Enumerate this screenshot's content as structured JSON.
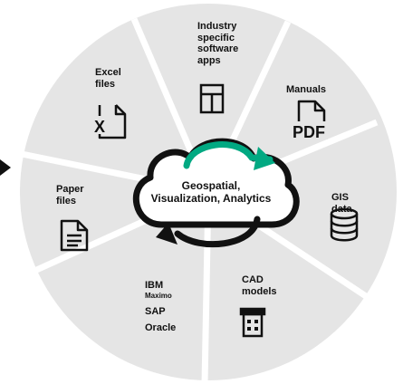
{
  "center": {
    "line1": "Geospatial,",
    "line2": "Visualization, Analytics"
  },
  "segments": {
    "industry": {
      "lines": [
        "Industry",
        "specific",
        "software",
        "apps"
      ],
      "icon": "window-grid-icon"
    },
    "manuals": {
      "label": "Manuals",
      "icon": "pdf-document-icon",
      "icon_text": "PDF"
    },
    "gis": {
      "lines": [
        "GIS",
        "data"
      ],
      "icon": "database-icon"
    },
    "cad": {
      "lines": [
        "CAD",
        "models"
      ],
      "icon": "building-icon"
    },
    "erp": {
      "ibm": "IBM",
      "maximo": "Maximo",
      "sap": "SAP",
      "oracle": "Oracle"
    },
    "paper": {
      "lines": [
        "Paper",
        "files"
      ],
      "icon": "text-document-icon"
    },
    "excel": {
      "lines": [
        "Excel",
        "files"
      ],
      "icon": "excel-document-icon",
      "icon_text": "X"
    }
  },
  "colors": {
    "wedge": "#e5e5e5",
    "divider": "#ffffff",
    "teal": "#01a982",
    "black": "#111111"
  }
}
